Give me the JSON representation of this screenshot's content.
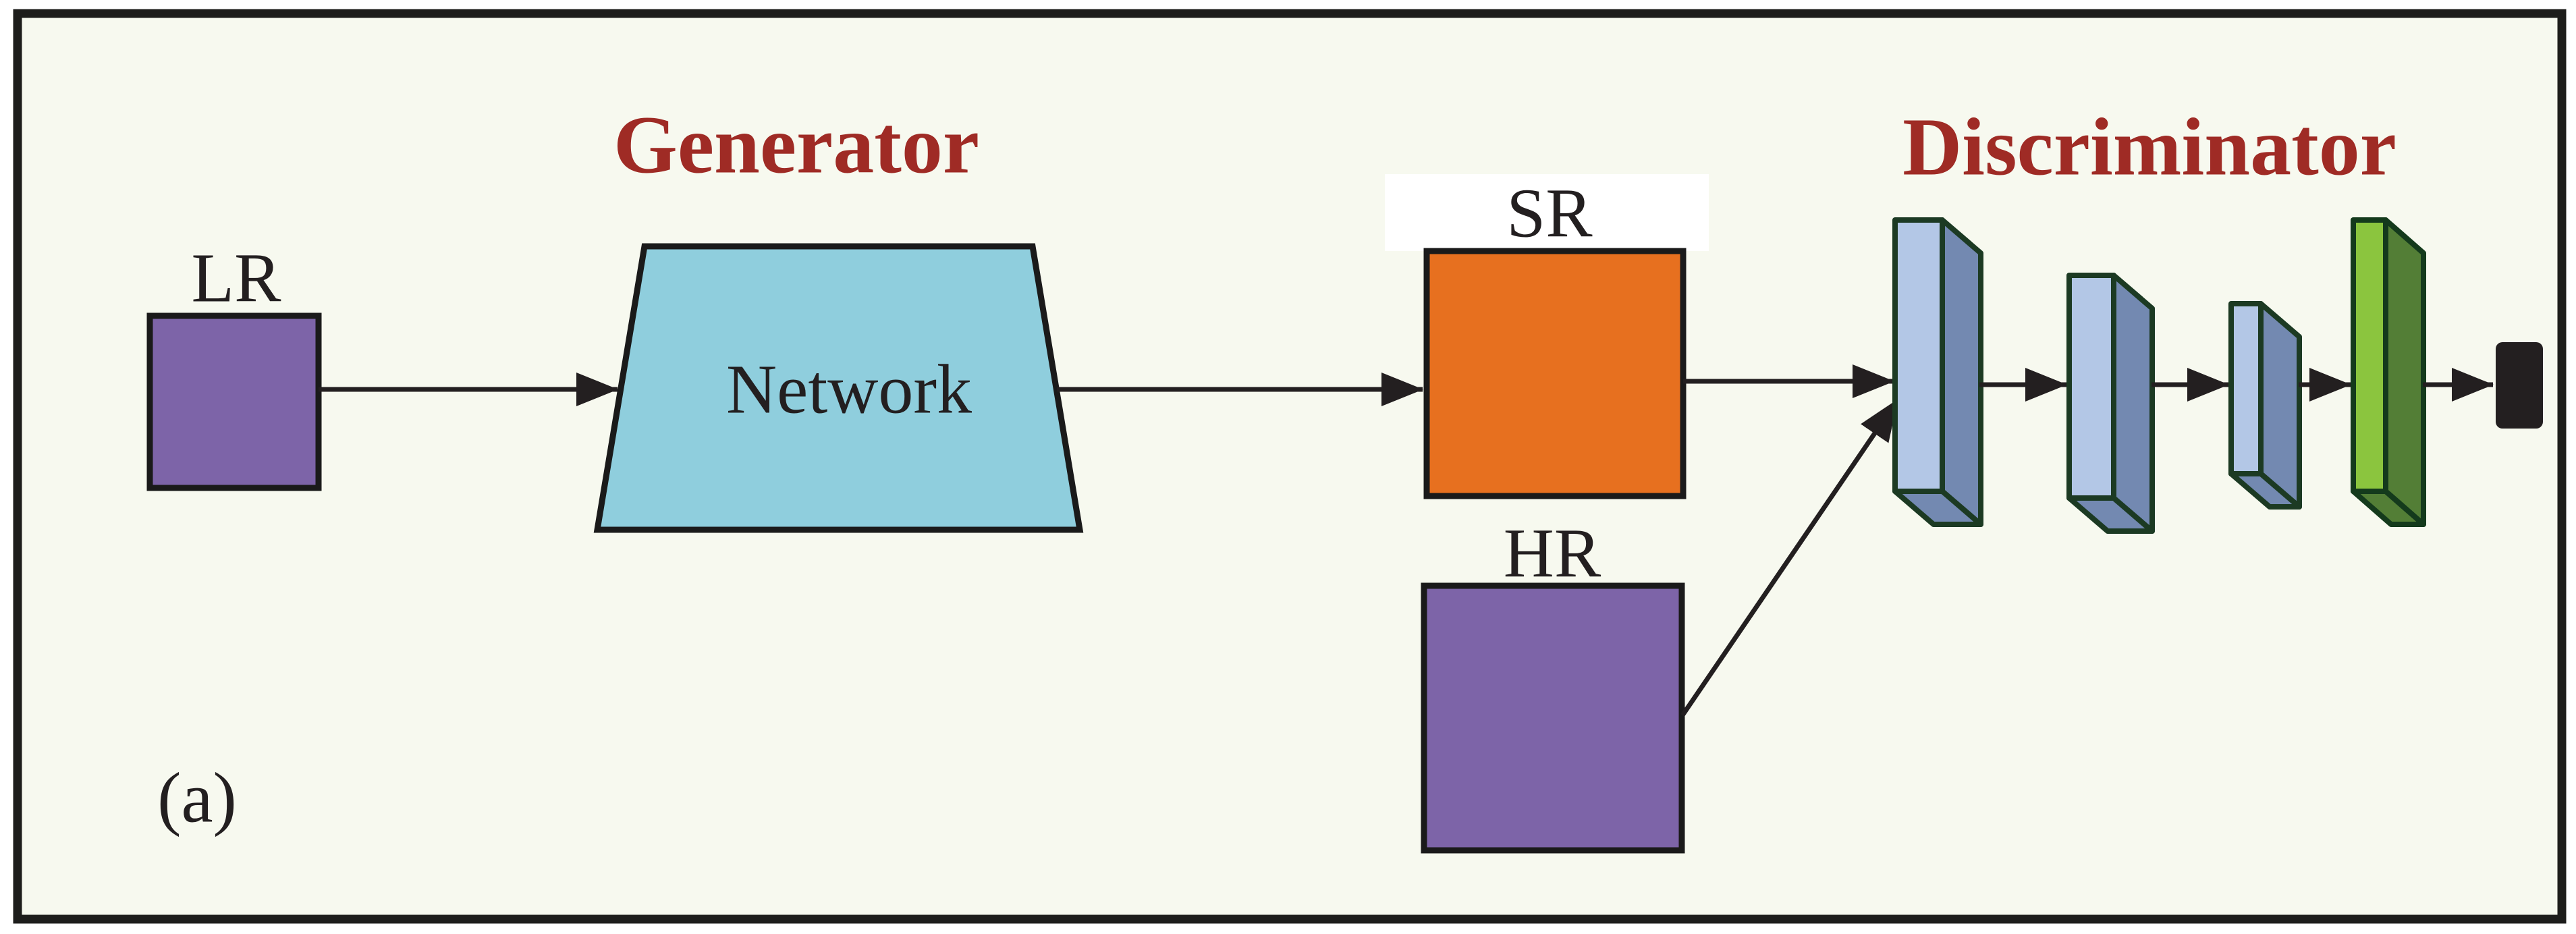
{
  "figure": {
    "panel_label": "(a)",
    "sections": {
      "generator_title": "Generator",
      "discriminator_title": "Discriminator"
    },
    "nodes": {
      "lr_label": "LR",
      "network_label": "Network",
      "sr_label": "SR",
      "hr_label": "HR"
    }
  },
  "colors": {
    "page_bg": "#ffffff",
    "panel_bg": "#f7f9ef",
    "frame_border": "#1d1d1b",
    "title_text": "#9f2b25",
    "label_text": "#231f20",
    "arrow": "#231f20",
    "shape_outline": "#1a1a1a",
    "input_purple": "#7d64a8",
    "sr_orange": "#e7701f",
    "network_cyan": "#8fcedd",
    "conv_front_blue": "#b3c7e6",
    "conv_side_blue": "#7389b1",
    "conv_outline_green": "#1c3a23",
    "dense_front_green": "#8bc53e",
    "dense_side_green": "#537e36",
    "dense_outline_green": "#143a1c",
    "output_black": "#231f20",
    "sr_label_bg": "#ffffff"
  }
}
